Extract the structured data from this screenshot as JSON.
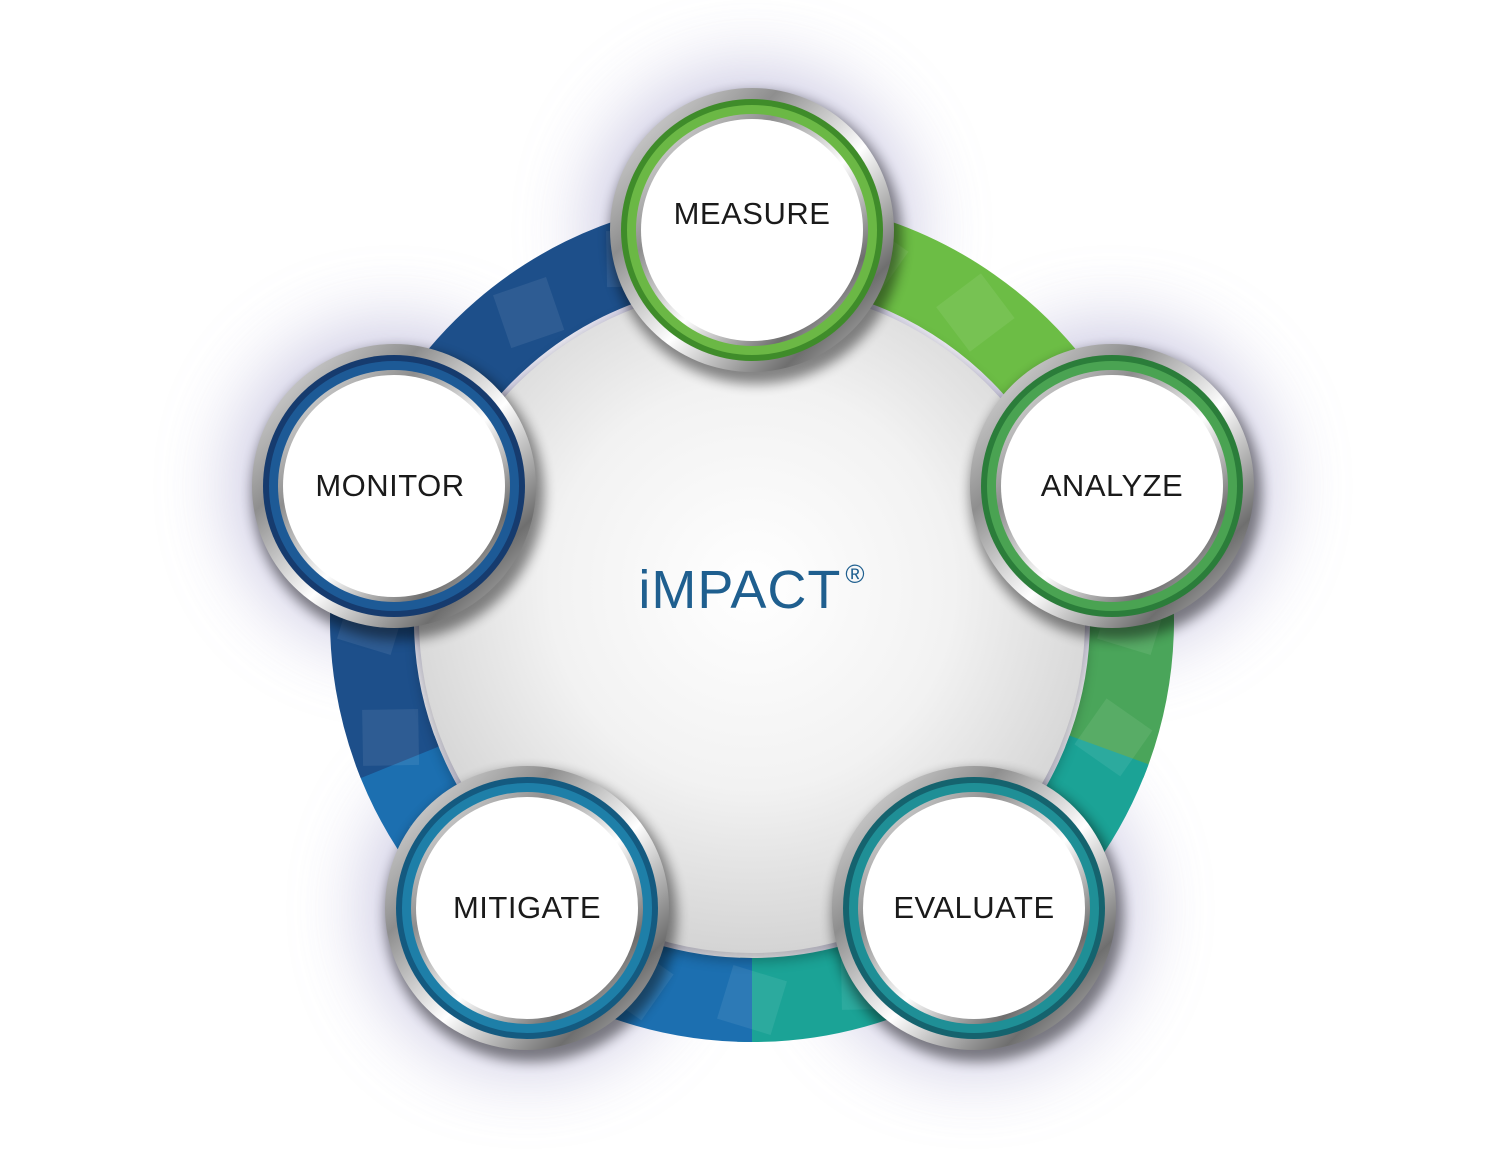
{
  "center": {
    "title": "iMPACT",
    "mark": "®",
    "color": "#1f5f8f"
  },
  "nodes": [
    {
      "id": "measure",
      "label": "MEASURE",
      "ring": "#6bb845",
      "ring_dark": "#3f8c2a"
    },
    {
      "id": "analyze",
      "label": "ANALYZE",
      "ring": "#4aa352",
      "ring_dark": "#2b7d3a"
    },
    {
      "id": "evaluate",
      "label": "EVALUATE",
      "ring": "#1f8f96",
      "ring_dark": "#15636e"
    },
    {
      "id": "mitigate",
      "label": "MITIGATE",
      "ring": "#1e7fa8",
      "ring_dark": "#145a80"
    },
    {
      "id": "monitor",
      "label": "MONITOR",
      "ring": "#1d5a96",
      "ring_dark": "#163b6e"
    }
  ],
  "colors": {
    "green": "#6cbd45",
    "teal": "#1ba396",
    "blue": "#1c6fb0",
    "navy": "#1d4f8a"
  }
}
